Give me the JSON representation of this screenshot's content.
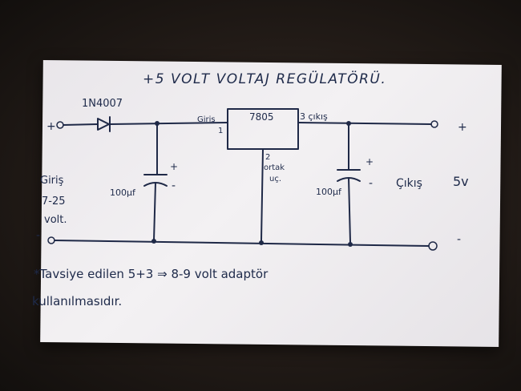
{
  "title": "+5 VOLT VOLTAJ REGÜLATÖRÜ.",
  "diode": {
    "label": "1N4007"
  },
  "regulator": {
    "label": "7805",
    "pin1_name": "Giriş",
    "pin1_num": "1",
    "pin3_label": "3 çıkış",
    "pin2_num": "2",
    "pin2_name": "ortak",
    "pin2_name2": "uç."
  },
  "input": {
    "plus": "+",
    "minus": "-",
    "label_line1": "Giriş",
    "label_line2": "7-25",
    "label_line3": "volt."
  },
  "cap_in": {
    "value": "100µf",
    "plus": "+",
    "minus": "-"
  },
  "cap_out": {
    "value": "100µf",
    "plus": "+",
    "minus": "-"
  },
  "output": {
    "plus": "+",
    "minus": "-",
    "label": "Çıkış",
    "voltage": "5v"
  },
  "note": {
    "line1": "*Tavsiye  edilen  5+3 ⇒ 8-9 volt adaptör",
    "line2": "kullanılmasıdır."
  }
}
